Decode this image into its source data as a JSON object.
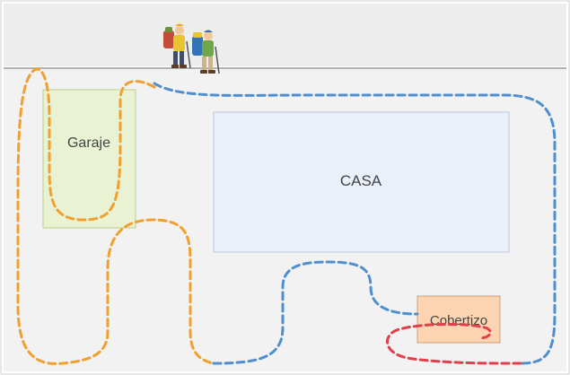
{
  "labels": {
    "garage": "Garaje",
    "house": "CASA",
    "shed": "Cobertizo"
  },
  "colors": {
    "yard": "#f2f2f2",
    "street": "#ededed",
    "garage_fill": "#eaf2d4",
    "garage_border": "#b9cf8c",
    "house_fill": "#eaf0fa",
    "house_border": "#b9c6da",
    "shed_fill": "#fcd4b2",
    "shed_border": "#c9a07a",
    "orange_path": "#f0a030",
    "blue_path": "#4f8fd0",
    "red_path": "#e0404c"
  },
  "icons": {
    "hikers": "hikers-icon"
  }
}
